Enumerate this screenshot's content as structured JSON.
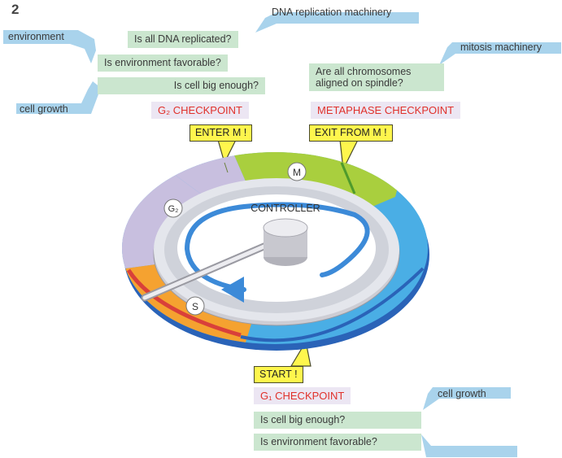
{
  "figure_number": "2",
  "top": {
    "dna_machinery": "DNA replication machinery",
    "dna_question": "Is all DNA replicated?",
    "environment_input": "environment",
    "environment_question": "Is environment favorable?",
    "cell_size_question": "Is cell big enough?",
    "cell_growth_input": "cell growth",
    "g2_checkpoint": "G₂ CHECKPOINT",
    "mitosis_machinery": "mitosis machinery",
    "chromosome_question_line1": "Are all chromosomes",
    "chromosome_question_line2": "aligned on spindle?",
    "metaphase_checkpoint": "METAPHASE CHECKPOINT",
    "enter_m": "ENTER M !",
    "exit_m": "EXIT FROM M !"
  },
  "cycle": {
    "controller_label": "CONTROLLER",
    "phase_m": "M",
    "phase_g2": "G₂",
    "phase_s": "S"
  },
  "bottom": {
    "start": "START !",
    "g1_checkpoint": "G₁ CHECKPOINT",
    "cell_growth_input": "cell growth",
    "cell_size_question": "Is cell big enough?",
    "environment_question": "Is environment favorable?"
  },
  "colors": {
    "m_phase": "#a9cf3e",
    "g2_phase": "#c8bfdf",
    "s_phase": "#f5a230",
    "g1_phase": "#4aaee5",
    "checkpoint_text": "#e0312b",
    "signal_arrow": "#a9d3ec",
    "question_box": "#cbe6cf",
    "trigger_box": "#fff64d"
  }
}
